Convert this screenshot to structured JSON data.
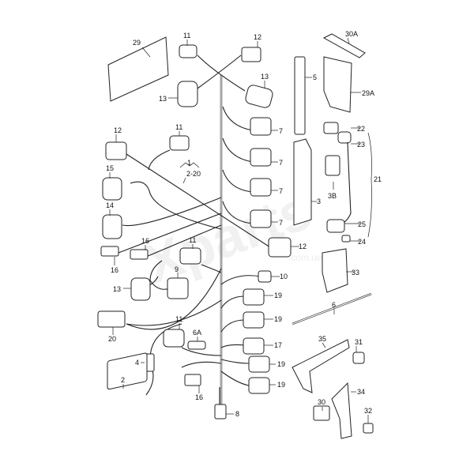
{
  "watermark": "Xparts",
  "watermark_domain": ".com.ua",
  "labels": {
    "l29": "29",
    "l11a": "11",
    "l12a": "12",
    "l30A": "30A",
    "l5": "5",
    "l13a": "13",
    "l13b": "13",
    "l29A": "29A",
    "l12b": "12",
    "l11b": "11",
    "l7a": "7",
    "l22": "22",
    "l23": "23",
    "l7b": "7",
    "l1": "1",
    "l2_20": "2-20",
    "l15": "15",
    "l7c": "7",
    "l21": "21",
    "l3B": "3B",
    "l3": "3",
    "l14": "14",
    "l7d": "7",
    "l25": "25",
    "l16a": "16",
    "l24": "24",
    "l11c": "11",
    "l12c": "12",
    "l16b": "16",
    "l9": "9",
    "l33": "33",
    "l10": "10",
    "l13c": "13",
    "l19a": "19",
    "l6": "6",
    "l19b": "19",
    "l20": "20",
    "l11d": "11",
    "l31": "31",
    "l35": "35",
    "l6A": "6A",
    "l17": "17",
    "l4": "4",
    "l19c": "19",
    "l2": "2",
    "l19d": "19",
    "l34": "34",
    "l16c": "16",
    "l8": "8",
    "l30": "30",
    "l32": "32"
  }
}
